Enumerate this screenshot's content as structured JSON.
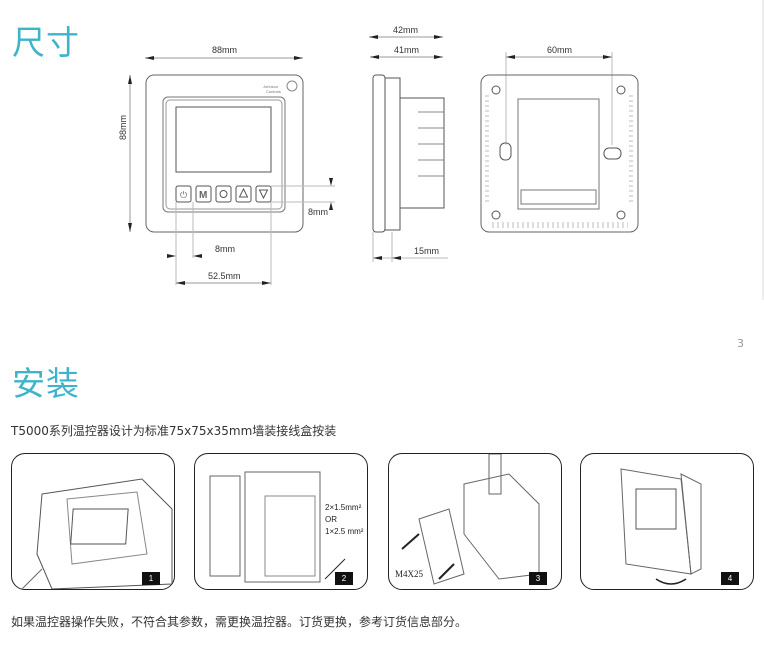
{
  "section_dimensions": {
    "title": "尺寸",
    "front_view": {
      "width": "88mm",
      "height": "88mm",
      "button_pitch": "8mm",
      "button_span": "52.5mm",
      "button_height": "8mm",
      "brand": "Johnson Controls",
      "buttons": [
        "power",
        "M",
        "fan",
        "up",
        "down"
      ],
      "button_M": "M"
    },
    "side_view": {
      "depth_total": "42mm",
      "depth_body": "41mm",
      "front_depth": "15mm"
    },
    "back_view": {
      "hole_spacing": "60mm"
    }
  },
  "page_number": "3",
  "section_installation": {
    "title": "安装",
    "intro": "T5000系列温控器设计为标准75x75x35mm墙装接线盒按装",
    "steps": [
      {
        "number": "1"
      },
      {
        "number": "2",
        "wire_line1": "2×1.5mm²",
        "wire_line2": "OR",
        "wire_line3": "1×2.5 mm²"
      },
      {
        "number": "3",
        "screw": "M4X25"
      },
      {
        "number": "4"
      }
    ],
    "note": "如果温控器操作失败，不符合其参数，需更换温控器。订货更换，参考订货信息部分。"
  }
}
